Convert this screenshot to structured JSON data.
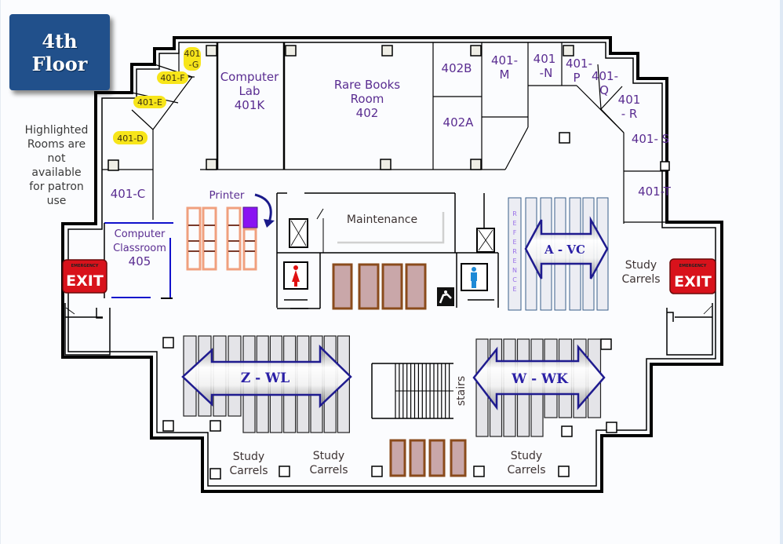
{
  "header": {
    "floor_line1": "4th",
    "floor_line2": "Floor"
  },
  "legend_note": [
    "Highlighted",
    "Rooms are",
    "not",
    "available",
    "for patron",
    "use"
  ],
  "rooms": {
    "r401g": [
      "401",
      "-G"
    ],
    "r401f": "401-F",
    "r401e": "401-E",
    "r401d": "401-D",
    "r401c": "401-C",
    "r401k": [
      "Computer",
      "Lab",
      "401K"
    ],
    "r402": [
      "Rare Books",
      "Room",
      "402"
    ],
    "r402b": "402B",
    "r402a": "402A",
    "r401m": [
      "401-",
      "M"
    ],
    "r401n": [
      "401",
      "-N"
    ],
    "r401p": [
      "401-",
      "P"
    ],
    "r401q": [
      "401-",
      "Q"
    ],
    "r401r": [
      "401",
      "- R"
    ],
    "r401s": "401- S",
    "r401t": "401-T",
    "r405": [
      "Computer",
      "Classroom",
      "405"
    ],
    "maintenance": "Maintenance",
    "printer": "Printer",
    "stairs": "stairs"
  },
  "stacks": {
    "reference": [
      "R",
      "E",
      "F",
      "E",
      "R",
      "E",
      "N",
      "C",
      "E"
    ],
    "a_vc": "A - VC",
    "z_wl": "Z - WL",
    "w_wk": "W - WK"
  },
  "study_carrels": {
    "east": [
      "Study",
      "Carrels"
    ],
    "south1": [
      "Study",
      "Carrels"
    ],
    "south2": [
      "Study",
      "Carrels"
    ],
    "south3": [
      "Study",
      "Carrels"
    ]
  },
  "exits": {
    "west": {
      "top": "EMERGENCY",
      "main": "EXIT"
    },
    "east": {
      "top": "EMERGENCY",
      "main": "EXIT"
    }
  },
  "colors": {
    "highlight": "#f7e51a",
    "room_text": "#5a2d91",
    "badge": "#21508b",
    "exit_red": "#d8121b",
    "shelf_orange": "#f0a07e",
    "table_brown": "#8a4b1c",
    "table_fill": "#c9a7a9",
    "printer": "#8a12f2",
    "stack_gray": "#e4e4e8",
    "arrow_blue": "#1f1b8f"
  }
}
